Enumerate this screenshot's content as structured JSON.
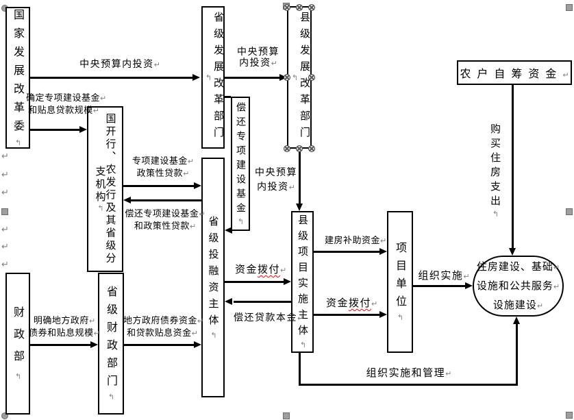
{
  "colors": {
    "line": "#000000",
    "spellcheck_underline": "#ff0000",
    "formatting_mark": "#808080"
  },
  "marks": {
    "return_h": "↵",
    "return_v": "↰"
  },
  "boxes": {
    "national_drc": {
      "label": "国家发展改革委"
    },
    "policy_banks": {
      "label": "国开行、农发行及其省级分支机构"
    },
    "ministry_finance": {
      "label": "财政部"
    },
    "provincial_finance": {
      "label": "省级财政部门"
    },
    "provincial_drc": {
      "label": "省级发展改革部门"
    },
    "provincial_investment": {
      "label": "省级投融资主体"
    },
    "county_drc": {
      "label": "县级发展改革部门"
    },
    "county_implementer": {
      "label": "县级项目实施主体"
    },
    "project_unit": {
      "label": "项目单位"
    },
    "farmer_funds": {
      "label": "农户自筹资金"
    },
    "construction": {
      "lines": [
        "住房建设、基础",
        "设施和公共服务",
        "设施建设"
      ]
    },
    "repay_special_fund_box": {
      "label": "偿还专项建设基金"
    }
  },
  "labels": {
    "central_budget_1": {
      "text": "中央预算内投资"
    },
    "determine_fund_scale": {
      "l1": "确定专项建设基金",
      "l2": "和贴息贷款规模"
    },
    "central_budget_2": {
      "l1": "中央预算",
      "l2": "内投资"
    },
    "special_fund_policy_loan": {
      "l1": "专项建设基金",
      "l2": "政策性贷款"
    },
    "repay_special_fund_loan": {
      "l1": "偿还专项建设基金",
      "l2": "和政策性贷款"
    },
    "central_budget_3": {
      "l1": "中央预算",
      "l2": "内投资"
    },
    "housing_subsidy": {
      "text": "建房补助资金"
    },
    "funds_disbursement_1": {
      "plain": "资金",
      "wavy": "拨付"
    },
    "repay_loan_principal": {
      "text": "偿还贷款本金"
    },
    "funds_disbursement_2": {
      "plain": "资金",
      "wavy": "拨付"
    },
    "organize_implementation": {
      "text": "组织实施"
    },
    "organize_implementation_mgmt": {
      "text": "组织实施和管理"
    },
    "purchase_housing": {
      "text": "购买住房支出"
    },
    "clarify_local_bond": {
      "l1": "明确地方政府",
      "l2": "债券和贴息规模"
    },
    "local_bond_funds": {
      "l1": "地方政府债券资金",
      "l2": "和贷款贴息资金"
    }
  }
}
